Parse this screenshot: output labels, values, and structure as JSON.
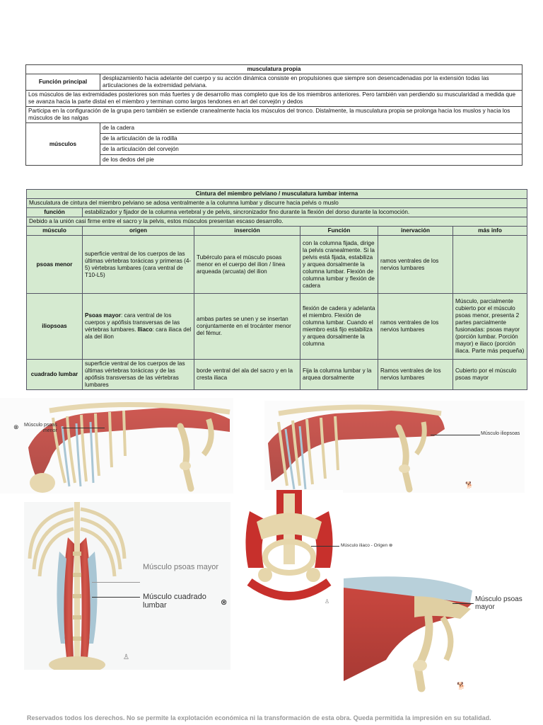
{
  "table1": {
    "title": "musculatura propia",
    "funcion_label": "Función principal",
    "funcion_text": "desplazamiento hacia adelante del cuerpo y su acción dinámica consiste en propulsiones que siempre son desencadenadas por la extensión todas las articulaciones de la extremidad pelviana.",
    "paragraph1": "Los músculos de las extremidades posteriores son más fuertes y de desarrollo mas completo que los de los miembros anteriores. Pero también van perdiendo su muscularidad a medida que se avanza hacia la parte distal en el miembro y terminan como largos tendones en art del corvejón y dedos",
    "paragraph2": "Participa en la configuración de la grupa pero también se extiende cranealmente hacia los músculos del tronco. Distalmente, la musculatura propia se prolonga hacia los muslos y hacia los músculos de las nalgas",
    "musculos_label": "músculos",
    "musculos": [
      "de la cadera",
      "de la articulación de la rodilla",
      "de la articulación del corvejón",
      "de los dedos del pie"
    ]
  },
  "table2": {
    "title": "Cintura del miembro pelviano / musculatura lumbar interna",
    "intro": "Musculatura de cintura del miembro pelviano se adosa ventralmente a la columna lumbar y discurre hacia pelvis o muslo",
    "funcion_label": "función",
    "funcion_text": "estabilizador y fijador de la columna vertebral y de pelvis, sincronizador fino durante la flexión del dorso durante la locomoción.",
    "note": "Debido a la unión casi firme entre el sacro y la pelvis, estos músculos presentan escaso desarrollo.",
    "headers": [
      "músculo",
      "origen",
      "inserción",
      "Función",
      "inervación",
      "más info"
    ],
    "rows": [
      {
        "musculo": "psoas menor",
        "origen": "superficie ventral de los cuerpos de las últimas vértebras torácicas y primeras (4-5) vértebras lumbares (cara ventral de T10-L5)",
        "insercion": "Tubérculo para el músculo psoas menor en el cuerpo del ilion / línea arqueada (arcuata) del ilion",
        "funcion": "con la columna fijada, dirige la pelvis cranealmente. Si la pelvis está fijada, estabiliza y arquea dorsalmente la columna lumbar. Flexión de columna lumbar y flexión de cadera",
        "inervacion": "ramos ventrales de los nervios lumbares",
        "info": ""
      },
      {
        "musculo": "iliopsoas",
        "origen_a_bold": "Psoas mayor",
        "origen_a": ": cara ventral de los cuerpos y apófisis transversas de las vértebras lumbares. ",
        "origen_b_bold": "Iliaco",
        "origen_b": ": cara iliaca del ala del ilion",
        "insercion": "ambas partes se unen y se insertan conjuntamente en el trocánter menor del fémur.",
        "funcion": "flexión de cadera y adelanta el miembro. Flexión de columna lumbar. Cuando el miembro está fijo estabiliza y arquea dorsalmente la columna",
        "inervacion": "ramos ventrales de los nervios lumbares",
        "info": "Músculo, parcialmente cubierto por el músculo psoas menor, presenta 2 partes parcialmente fusionadas: psoas mayor (porción lumbar. Porción mayor) e iliaco (porción iliaca. Parte más pequeña)"
      },
      {
        "musculo": "cuadrado lumbar",
        "origen": "superficie ventral de los cuerpos de las últimas vértebras torácicas y de las apófisis transversas de las vértebras lumbares",
        "insercion": "borde ventral del ala del sacro y en la cresta iliaca",
        "funcion": "Fija la columna lumbar y la arquea dorsalmente",
        "inervacion": "Ramos ventrales de los nervios lumbares",
        "info": "Cubierto por el músculo psoas mayor"
      }
    ]
  },
  "figures": {
    "fig1_label": "Músculo psoas\nmenor",
    "fig2_label": "Músculo iliopsoas",
    "fig3_label_a": "Músculo psoas mayor",
    "fig3_label_b": "Músculo cuadrado\nlumbar",
    "fig4_label": "Músculo iliaco - Origen",
    "fig5_label": "Músculo psoas\nmayor"
  },
  "footer": "Reservados todos los derechos. No se permite la explotación económica ni la transformación de esta obra. Queda permitida la impresión en su totalidad."
}
